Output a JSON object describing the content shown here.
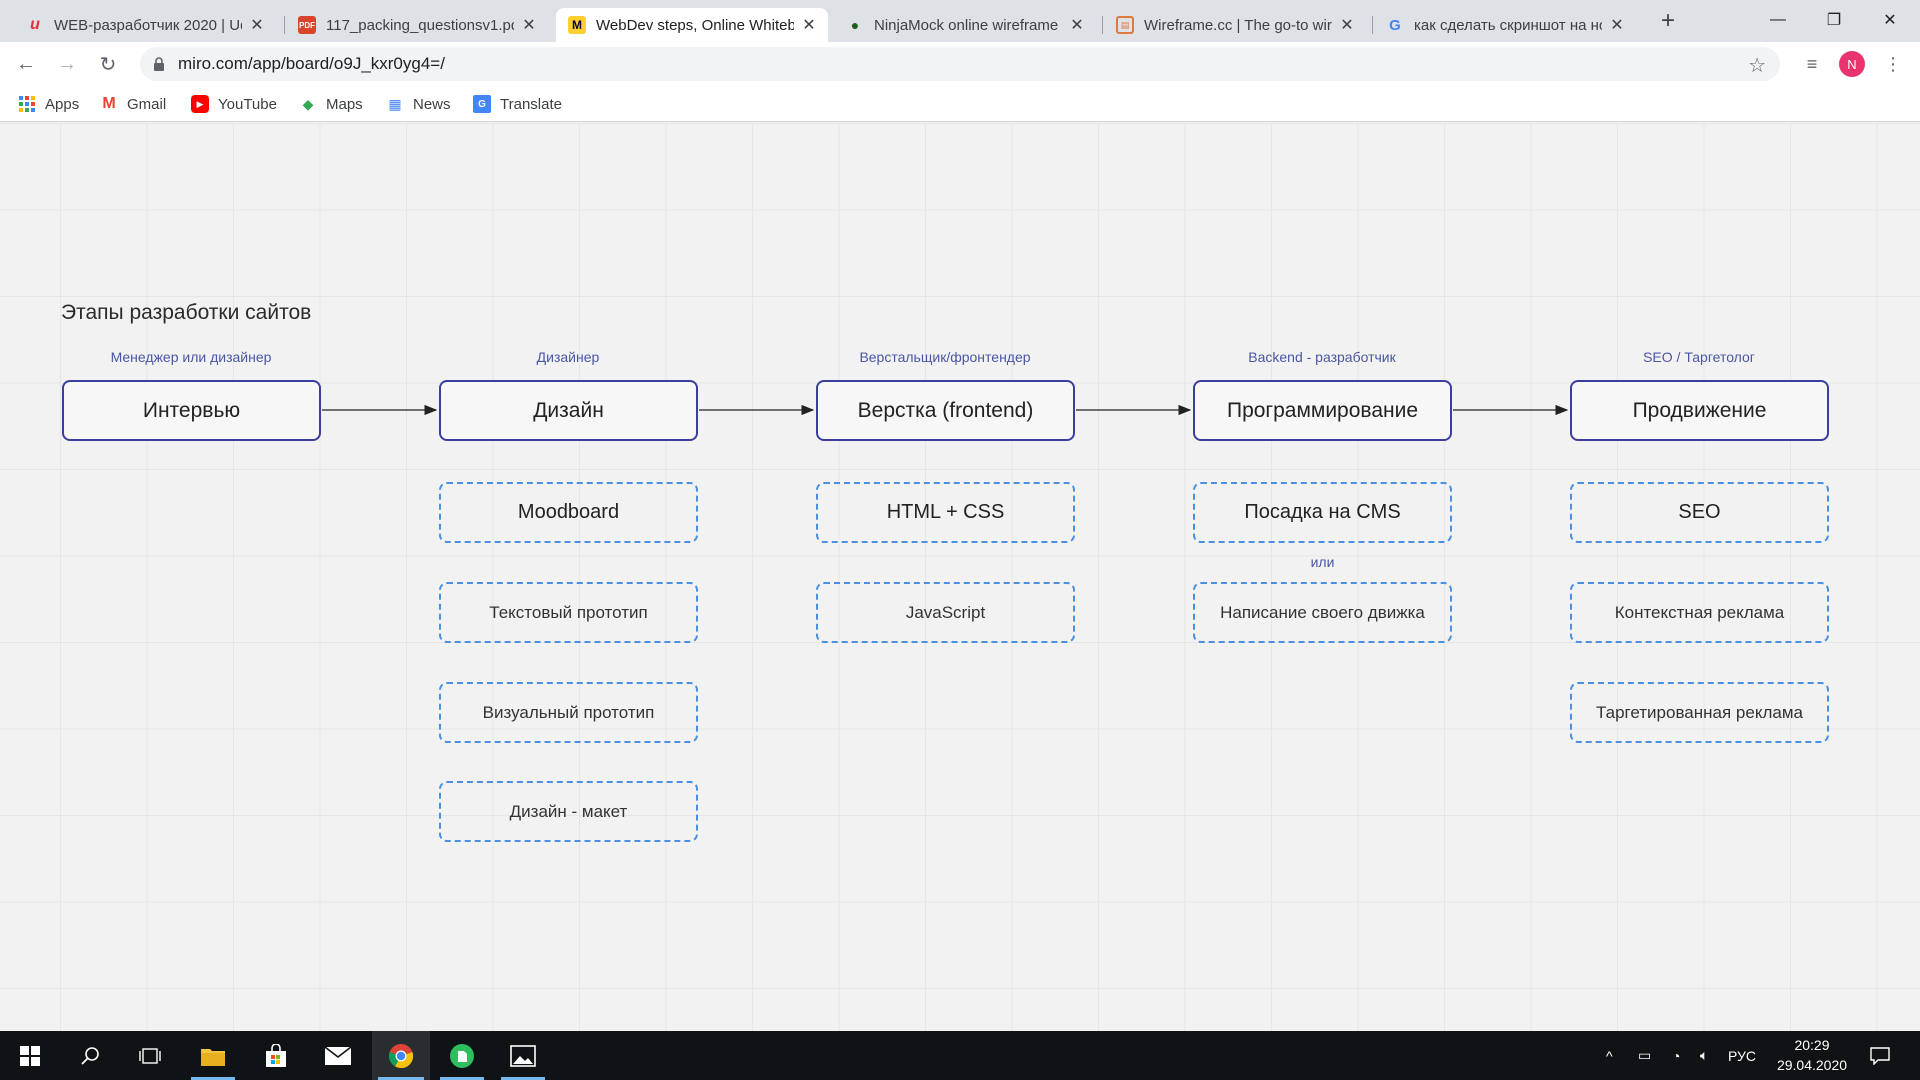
{
  "browser": {
    "tabs": [
      {
        "title": "WEB-разработчик 2020 | Ud",
        "favicon": "udemy-icon"
      },
      {
        "title": "117_packing_questionsv1.pdf",
        "favicon": "pdf-icon"
      },
      {
        "title": "WebDev steps, Online Whiteb",
        "favicon": "miro-icon",
        "active": true
      },
      {
        "title": "NinjaMock online wireframe",
        "favicon": "ninjamock-icon"
      },
      {
        "title": "Wireframe.cc | The go-to wire",
        "favicon": "wireframe-icon"
      },
      {
        "title": "как сделать скриншот на но",
        "favicon": "google-icon"
      }
    ],
    "url": "miro.com/app/board/o9J_kxr0yg4=/",
    "avatar_letter": "N",
    "bookmarks": [
      {
        "label": "Apps",
        "icon": "apps-icon"
      },
      {
        "label": "Gmail",
        "icon": "gmail-icon"
      },
      {
        "label": "YouTube",
        "icon": "youtube-icon"
      },
      {
        "label": "Maps",
        "icon": "maps-icon"
      },
      {
        "label": "News",
        "icon": "news-icon"
      },
      {
        "label": "Translate",
        "icon": "translate-icon"
      }
    ]
  },
  "board": {
    "title": "Этапы разработки сайтов",
    "columns": [
      {
        "role": "Менеджер или дизайнер",
        "stage": "Интервью",
        "tasks": []
      },
      {
        "role": "Дизайнер",
        "stage": "Дизайн",
        "tasks": [
          "Moodboard",
          "Текстовый прототип",
          "Визуальный прототип",
          "Дизайн - макет"
        ]
      },
      {
        "role": "Верстальщик/фронтендер",
        "stage": "Верстка (frontend)",
        "tasks": [
          "HTML + CSS",
          "JavaScript"
        ]
      },
      {
        "role": "Backend - разработчик",
        "stage": "Программирование",
        "tasks": [
          "Посадка на CMS",
          "Написание своего движка"
        ],
        "or_label": "или"
      },
      {
        "role": "SEO / Таргетолог",
        "stage": "Продвижение",
        "tasks": [
          "SEO",
          "Контекстная реклама",
          "Таргетированная реклама"
        ]
      }
    ]
  },
  "taskbar": {
    "language": "РУС",
    "time": "20:29",
    "date": "29.04.2020"
  }
}
